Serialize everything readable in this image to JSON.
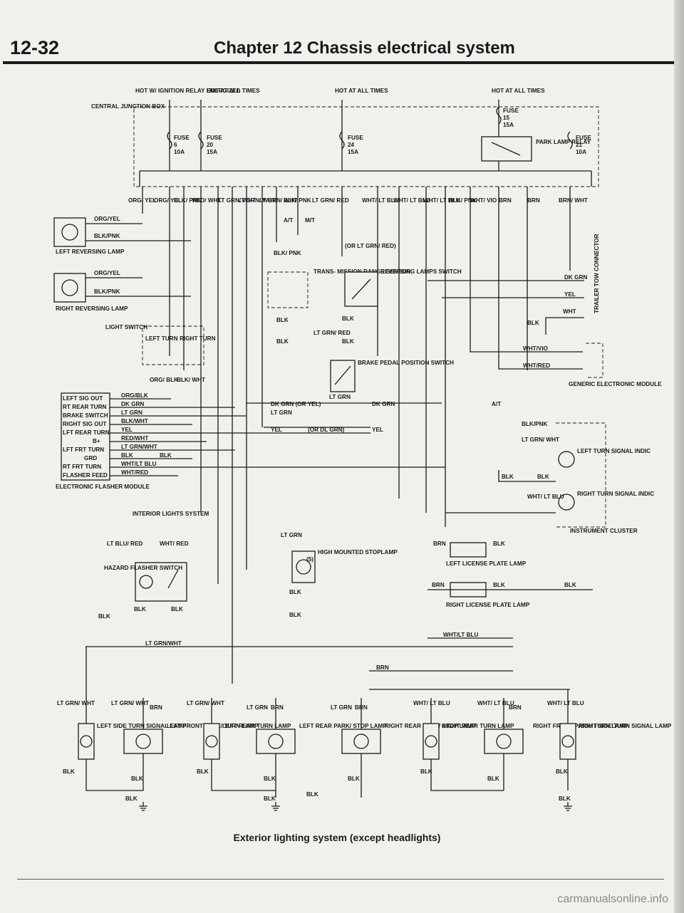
{
  "header": {
    "page_number": "12-32",
    "chapter_title": "Chapter 12  Chassis electrical system"
  },
  "caption": "Exterior lighting system (except headlights)",
  "watermark": "carmanualsonline.info",
  "power": {
    "hot_ignition": "HOT W/ IGNITION RELAY ENERGIZED",
    "hot_at_1": "HOT AT ALL TIMES",
    "hot_at_2": "HOT AT ALL TIMES",
    "hot_at_3": "HOT AT ALL TIMES",
    "central_junction_box": "CENTRAL JUNCTION BOX"
  },
  "fuses": [
    {
      "name": "FUSE",
      "number": "6",
      "rating": "10A"
    },
    {
      "name": "FUSE",
      "number": "20",
      "rating": "15A"
    },
    {
      "name": "FUSE",
      "number": "24",
      "rating": "15A"
    },
    {
      "name": "FUSE",
      "number": "15",
      "rating": "15A"
    },
    {
      "name": "FUSE",
      "number": "21",
      "rating": "10A"
    }
  ],
  "relay": "PARK LAMP RELAY",
  "wire_top": [
    "ORG/ YEL",
    "ORG/ YEL",
    "BLK/ PNK",
    "RED/ WHT",
    "LT GRN/ WHT",
    "LT GRN/ WHT",
    "LT GRN/ WHT",
    "BLK/ PNK",
    "LT GRN/ RED",
    "WHT/ LT BLU",
    "WHT/ LT BLU",
    "WHT/ LT BLU",
    "BLK/ PNK",
    "WHT/ VIO",
    "BRN",
    "BRN",
    "BRN/ WHT"
  ],
  "left_lamps": {
    "left_reversing": "LEFT REVERSING LAMP",
    "right_reversing": "RIGHT REVERSING LAMP",
    "org_yel": "ORG/YEL",
    "blk_pnk": "BLK/PNK"
  },
  "light_switch": {
    "title": "LIGHT SWITCH",
    "left": "LEFT TURN",
    "right": "RIGHT TURN",
    "org_blk": "ORG/ BLK",
    "blk_wht": "BLK/ WHT"
  },
  "trans": {
    "at": "A/T",
    "mt": "M/T",
    "sensor": "TRANS- MISSION RANGE SENSOR",
    "reversing_switch": "REVERSING LAMPS SWITCH",
    "or_note": "(OR LT GRN/ RED)",
    "blk_pnk": "BLK/ PNK",
    "blk": "BLK",
    "ltgrn_red": "LT GRN/ RED"
  },
  "brake_switch": "BRAKE PEDAL POSITION SWITCH",
  "flasher": {
    "title": "ELECTRONIC FLASHER MODULE",
    "pins": [
      "LEFT SIG OUT",
      "RT REAR TURN",
      "BRAKE SWITCH",
      "RIGHT SIG OUT",
      "LFT REAR TURN",
      "B+",
      "LFT FRT TURN",
      "GRD",
      "RT FRT TURN",
      "FLASHER FEED"
    ],
    "wires": [
      "ORG/BLK",
      "DK GRN",
      "LT GRN",
      "BLK/WHT",
      "YEL",
      "RED/WHT",
      "LT GRN/WHT",
      "BLK",
      "WHT/LT BLU",
      "WHT/RED"
    ]
  },
  "mid_wires": {
    "dk_grn_or_yel": "DK GRN (OR YEL)",
    "lt_grn": "LT GRN",
    "yel": "YEL",
    "or_dl_grn": "(OR DL GRN)",
    "dk_grn": "DK GRN",
    "yel2": "YEL",
    "blk": "BLK",
    "lt_grn_2": "LT GRN"
  },
  "trailer": {
    "title": "TRAILER TOW CONNECTOR",
    "dk_grn": "DK GRN",
    "yel": "YEL",
    "wht": "WHT",
    "blk": "BLK"
  },
  "generic_module": {
    "title": "GENERIC ELECTRONIC MODULE",
    "wht_vio": "WHT/VIO",
    "wht_red": "WHT/RED",
    "at": "A/T"
  },
  "cluster": {
    "title": "INSTRUMENT CLUSTER",
    "left_indic": "LEFT TURN SIGNAL INDIC",
    "right_indic": "RIGHT TURN SIGNAL INDIC",
    "blk_pnk": "BLK/PNK",
    "lt_grn_wht": "LT GRN/ WHT",
    "wht_lt_blu": "WHT/ LT BLU",
    "blk": "BLK"
  },
  "interior": {
    "title": "INTERIOR LIGHTS SYSTEM",
    "lt_blu_red": "LT BLU/ RED",
    "wht_red": "WHT/ RED",
    "hazard": "HAZARD FLASHER SWITCH",
    "blk": "BLK"
  },
  "stoplamp": {
    "title": "HIGH MOUNTED STOPLAMP",
    "number": "(5)",
    "lt_grn": "LT GRN",
    "blk": "BLK"
  },
  "license": {
    "left": "LEFT LICENSE PLATE LAMP",
    "right": "RIGHT LICENSE PLATE LAMP",
    "brn": "BRN",
    "blk": "BLK"
  },
  "bottom_wires": {
    "lt_grn_wht": "LT GRN/WHT",
    "wht_lt_blu": "WHT/LT BLU",
    "brn": "BRN"
  },
  "bottom_lamps": [
    "LEFT SIDE TURN SIGNAL LAMP",
    "LEFT FRONT PARK/ TURN LAMP",
    "LEFT REAR TURN LAMP",
    "LEFT REAR PARK/ STOP LAMP",
    "RIGHT REAR PARK/ STOP LAMP",
    "RIGHT REAR TURN LAMP",
    "RIGHT FRONT PARK/ TURN LAMP",
    "RIGHT SIDE TURN SIGNAL LAMP"
  ],
  "bottom_labels": {
    "lt_grn_wht": "LT GRN/ WHT",
    "brn": "BRN",
    "lt_grn": "LT GRN",
    "wht_lt_blu": "WHT/ LT BLU",
    "blk": "BLK"
  }
}
